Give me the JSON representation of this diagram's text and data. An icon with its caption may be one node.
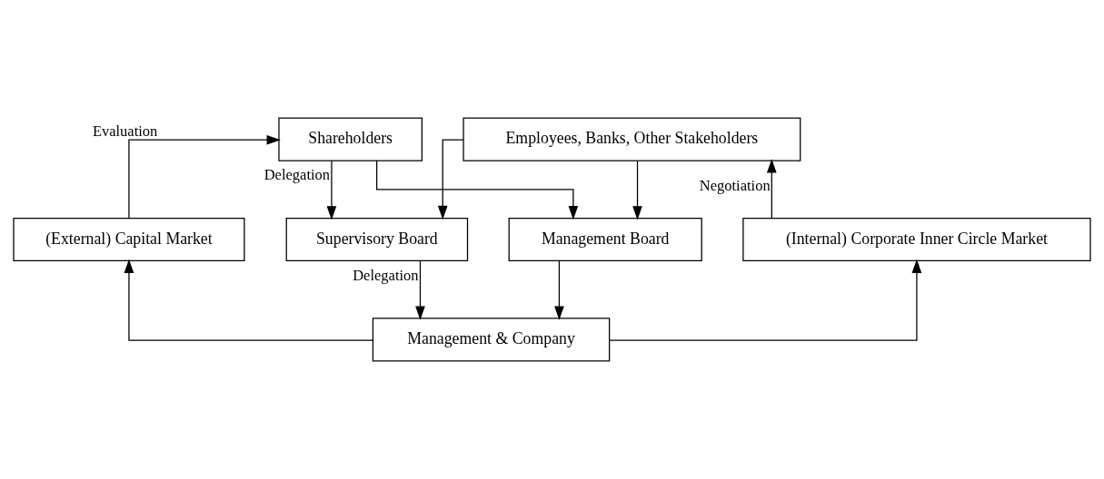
{
  "diagram": {
    "nodes": [
      {
        "text": [
          "Shareholders"
        ]
      },
      {
        "text": [
          "Employees, Banks, Other Stakeholders"
        ]
      },
      {
        "text": [
          "(External) Capital Market"
        ]
      },
      {
        "text": [
          "Supervisory Board"
        ]
      },
      {
        "text": [
          "Management Board"
        ]
      },
      {
        "text": [
          "(Internal) Corporate Inner Circle Market"
        ]
      },
      {
        "text": [
          "Management & Company"
        ]
      }
    ],
    "edges": [
      {
        "from": 0,
        "to": 3,
        "arrow": "to",
        "label": "Delegation"
      },
      {
        "from": 0,
        "to": 4,
        "arrow": "to"
      },
      {
        "from": 1,
        "to": 3,
        "arrow": "to"
      },
      {
        "from": 1,
        "to": 4,
        "arrow": "to"
      },
      {
        "from": 3,
        "to": 6,
        "arrow": "to",
        "label": "Delegation"
      },
      {
        "from": 4,
        "to": 6,
        "arrow": "to"
      },
      {
        "from": 2,
        "to": 0,
        "arrow": "to",
        "label": "Evaluation"
      },
      {
        "from": 5,
        "to": 1,
        "arrow": "to",
        "label": "Negotiation"
      },
      {
        "from": 6,
        "to": 2,
        "arrow": "to"
      },
      {
        "from": 6,
        "to": 5,
        "arrow": "to"
      }
    ]
  }
}
